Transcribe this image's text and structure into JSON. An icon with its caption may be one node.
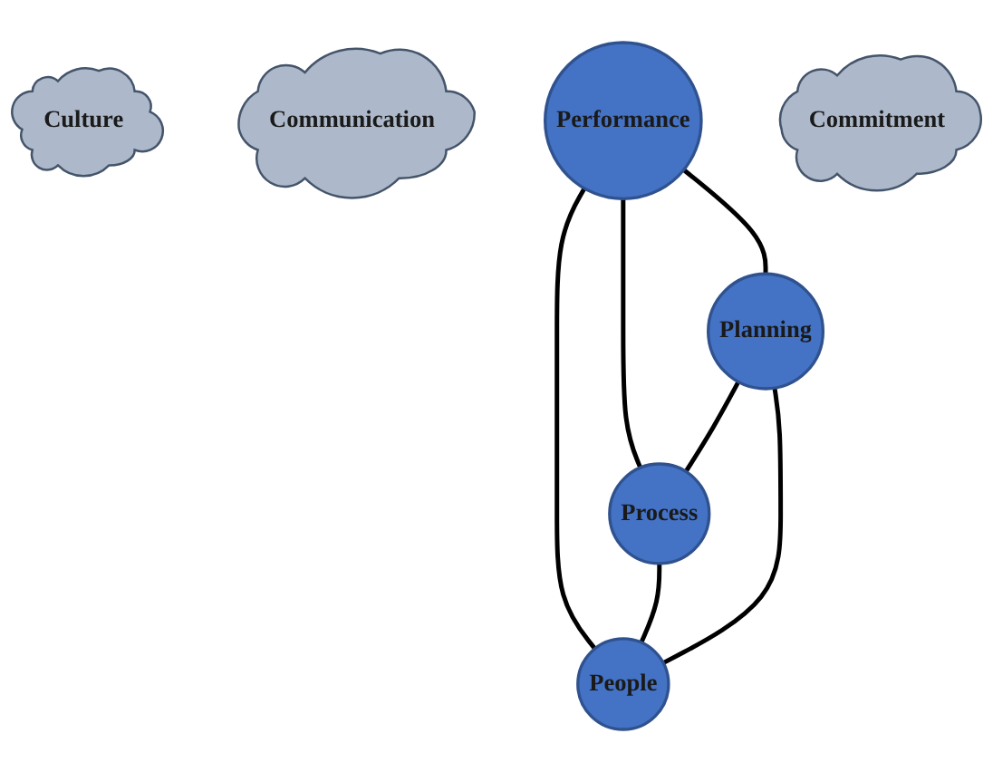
{
  "diagram": {
    "nodes": [
      {
        "text": [
          "Planning"
        ]
      },
      {
        "text": [
          "Culture"
        ]
      },
      {
        "text": [
          "Communication"
        ]
      },
      {
        "text": [
          "Performance"
        ]
      },
      {
        "text": [
          "People"
        ]
      },
      {
        "text": [
          "Commitment"
        ]
      },
      {
        "text": [
          "Process"
        ]
      }
    ],
    "edges": [
      {
        "from": 3,
        "to": 0,
        "arrow": "none"
      },
      {
        "from": 3,
        "to": 4,
        "arrow": "none"
      },
      {
        "from": 3,
        "to": 6,
        "arrow": "none"
      },
      {
        "from": 0,
        "to": 6,
        "arrow": "none"
      },
      {
        "from": 6,
        "to": 4,
        "arrow": "none"
      },
      {
        "from": 4,
        "to": 0,
        "arrow": "none"
      }
    ]
  }
}
